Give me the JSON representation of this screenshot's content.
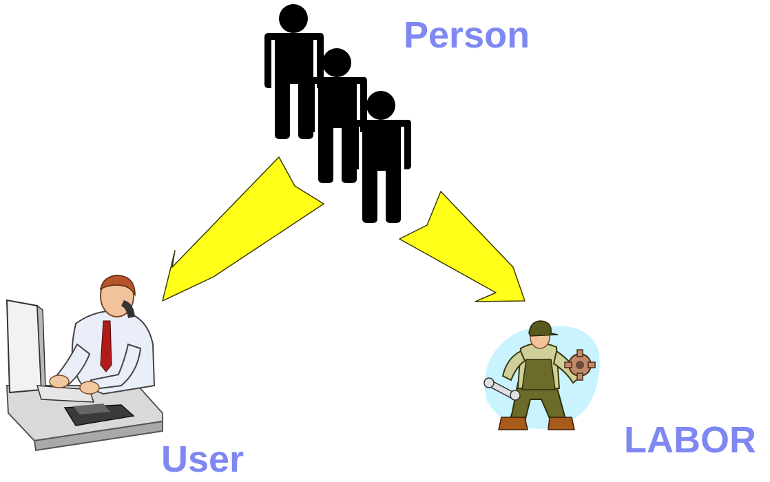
{
  "nodes": {
    "person": {
      "label": "Person",
      "icon": "three-people-silhouette-icon"
    },
    "user": {
      "label": "User",
      "icon": "office-worker-at-computer-icon"
    },
    "labor": {
      "label": "LABOR",
      "icon": "mechanic-with-wrench-and-gear-icon"
    }
  },
  "edges": [
    {
      "from": "person",
      "to": "user"
    },
    {
      "from": "person",
      "to": "labor"
    }
  ],
  "colors": {
    "label_text": "#7f88f2",
    "arrow_fill": "#ffff1a",
    "arrow_stroke": "#3a3a00",
    "silhouette": "#000000",
    "labor_backdrop": "#c8f3ff"
  }
}
